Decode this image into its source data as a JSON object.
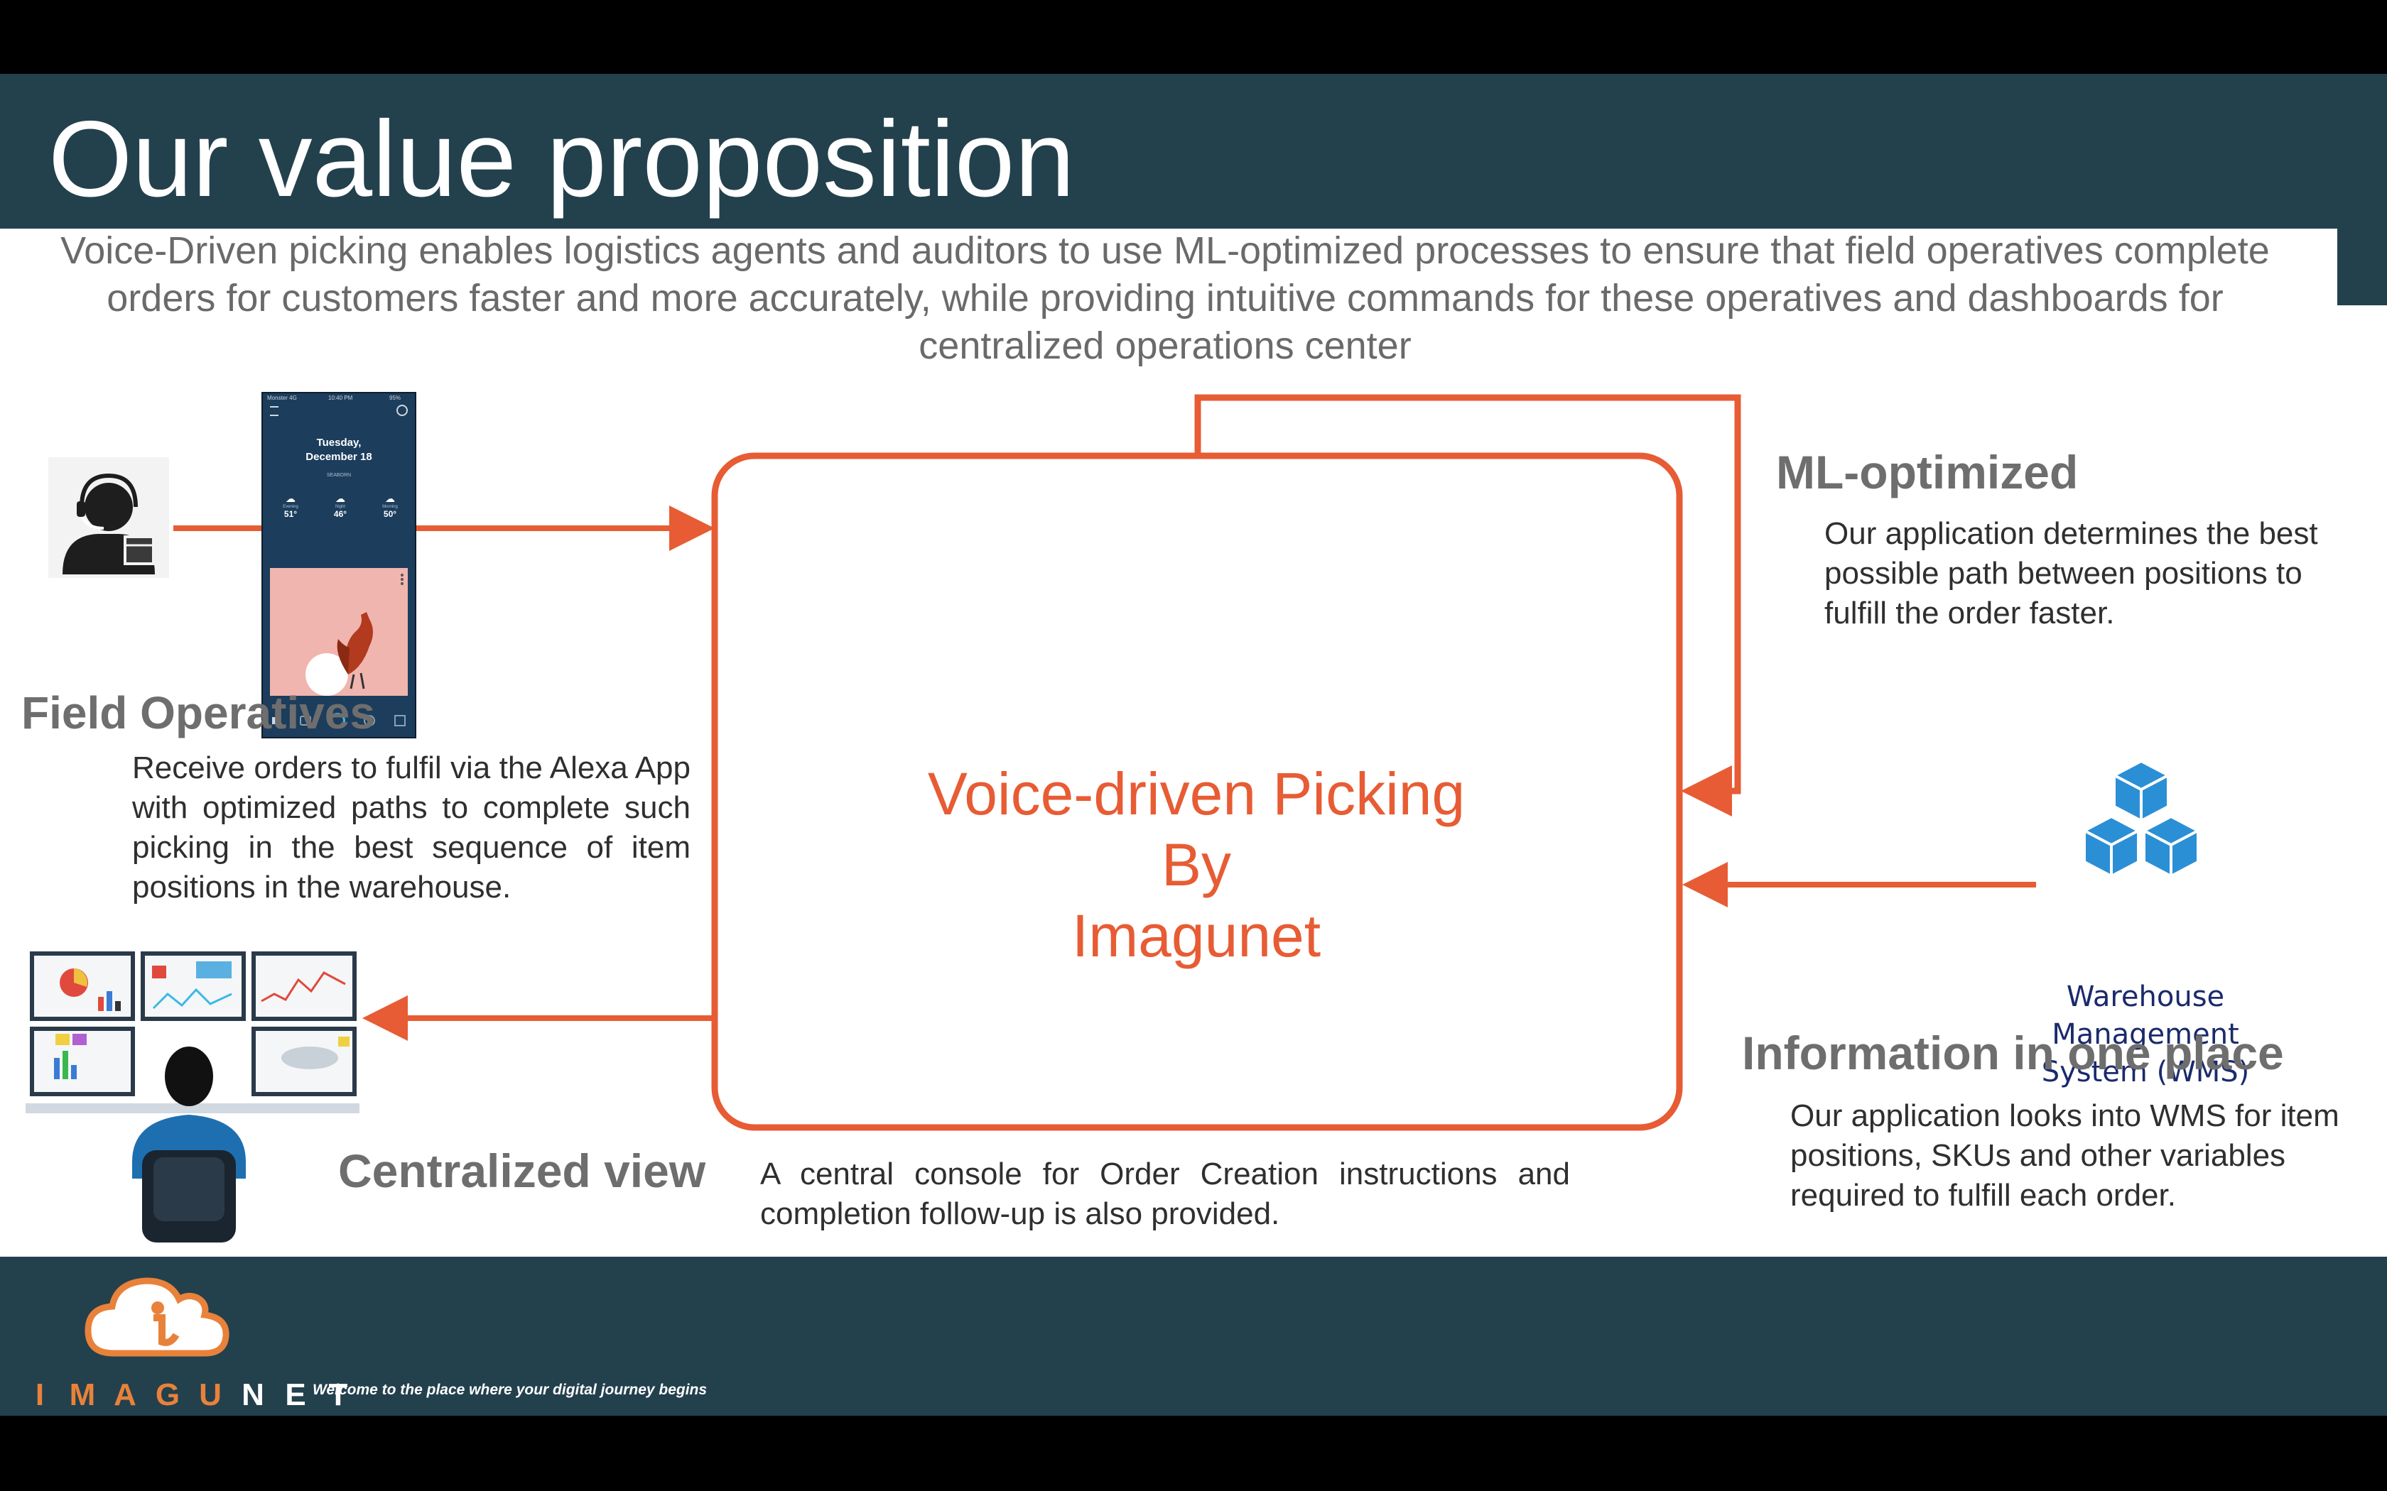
{
  "header": {
    "title": "Our value proposition",
    "subtitle": "Voice-Driven picking enables logistics agents and auditors to use ML-optimized processes to ensure that field operatives complete orders for customers faster and more accurately, while providing intuitive commands for these operatives and dashboards for centralized operations center"
  },
  "center_box": {
    "line1": "Voice-driven Picking",
    "line2": "By",
    "line3": "Imagunet"
  },
  "field_operatives": {
    "heading": "Field Operatives",
    "body": "Receive orders to fulfil via the Alexa App with optimized paths to complete such picking in the best sequence of item positions in the warehouse."
  },
  "ml_optimized": {
    "heading": "ML-optimized",
    "body": "Our application determines the best possible path between positions to fulfill the order faster."
  },
  "wms": {
    "line1": "Warehouse",
    "line2": "Management",
    "line3": "System (WMS)"
  },
  "information": {
    "heading": "Information in one place",
    "body": "Our application looks into WMS for item positions, SKUs and other variables required to fulfill each order."
  },
  "centralized": {
    "heading": "Centralized view",
    "body": "A central console for Order Creation instructions and completion follow-up is also provided."
  },
  "phone": {
    "status_left": "Monster 4G",
    "status_time": "10:40 PM",
    "status_right": "95%",
    "day": "Tuesday,",
    "date": "December 18",
    "location": "SEABORN",
    "weather": [
      {
        "label": "Evening",
        "temp": "51°"
      },
      {
        "label": "Night",
        "temp": "46°"
      },
      {
        "label": "Morning",
        "temp": "50°"
      }
    ]
  },
  "footer": {
    "logo_letters": [
      "I",
      "M",
      "A",
      "G",
      "U",
      "N",
      "E",
      "T"
    ],
    "tagline": "Welcome to the place where your digital journey begins"
  },
  "colors": {
    "band": "#23404d",
    "accent": "#e75c34",
    "cube": "#2b8fd6",
    "wms_text": "#1a2a6c"
  }
}
